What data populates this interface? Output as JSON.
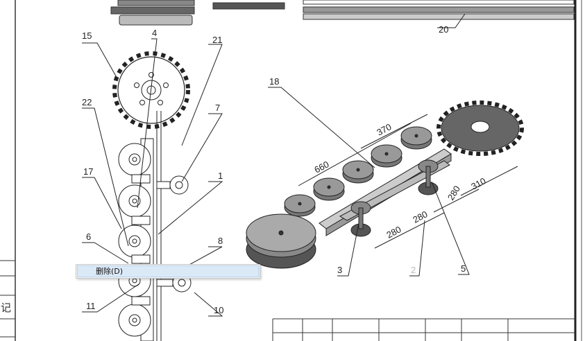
{
  "drawing": {
    "callouts": {
      "c15": "15",
      "c4": "4",
      "c21": "21",
      "c22": "22",
      "c7": "7",
      "c17": "17",
      "c1": "1",
      "c6": "6",
      "c8": "8",
      "c11": "11",
      "c10": "10",
      "c18": "18",
      "c20": "20",
      "c3": "3",
      "c2": "2",
      "c5": "5"
    },
    "dimensions": {
      "d370": "370",
      "d660": "660",
      "d310": "310",
      "d280a": "280",
      "d280b": "280",
      "d280c": "280"
    },
    "title_block_fragment": "记"
  },
  "context_menu": {
    "items": [
      {
        "label": "删除(D)"
      }
    ]
  }
}
